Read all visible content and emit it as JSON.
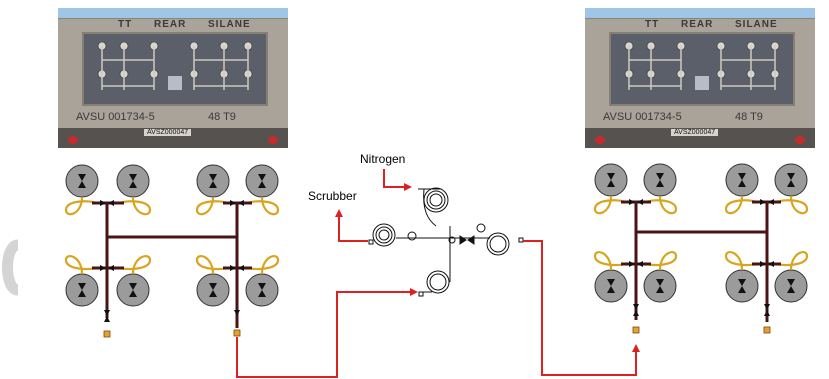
{
  "labels": {
    "nitrogen": "Nitrogen",
    "scrubber": "Scrubber"
  },
  "photos": {
    "left": {
      "stencil_left": "TT",
      "stencil_mid": "REAR",
      "stencil_right": "SILANE",
      "plate_id": "AVSU 001734-5",
      "plate_code": "48 T9",
      "tag": "AVSZ000047"
    },
    "right": {
      "stencil_left": "TT",
      "stencil_mid": "REAR",
      "stencil_right": "SILANE",
      "plate_id": "AVSU 001734-5",
      "plate_code": "48 T9",
      "tag": "AVSZ000047"
    }
  },
  "colors": {
    "pipe": "#4a1414",
    "coil": "#d7a520",
    "flow": "#dd2020",
    "cylinder": "#9b9b9b",
    "endcap": "#e8a030"
  }
}
